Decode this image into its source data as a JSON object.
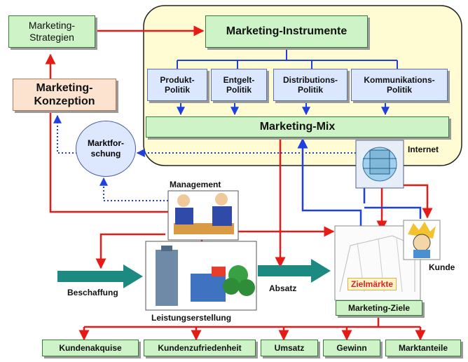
{
  "nodes": {
    "strategien": "Marketing-\nStrategien",
    "konzeption": "Marketing-\nKonzeption",
    "instrumente": "Marketing-Instrumente",
    "produkt": "Produkt-\nPolitik",
    "entgelt": "Entgelt-\nPolitik",
    "distribution": "Distributions-\nPolitik",
    "kommunikation": "Kommunikations-\nPolitik",
    "mix": "Marketing-Mix",
    "marktforschung": "Marktfor-\nschung",
    "internet": "Internet",
    "management": "Management",
    "beschaffung": "Beschaffung",
    "leistung": "Leistungserstellung",
    "absatz": "Absatz",
    "kunde": "Kunde",
    "zielmaerkte": "Zielmärkte",
    "ziele": "Marketing-Ziele"
  },
  "goals": [
    "Kundenakquise",
    "Kundenzufriedenheit",
    "Umsatz",
    "Gewinn",
    "Marktanteile"
  ],
  "colors": {
    "red": "#e41b17",
    "blue": "#1f3fe0",
    "teal": "#1c8a80",
    "green_box": "#cdf3c6",
    "panel": "#fffbd2"
  }
}
